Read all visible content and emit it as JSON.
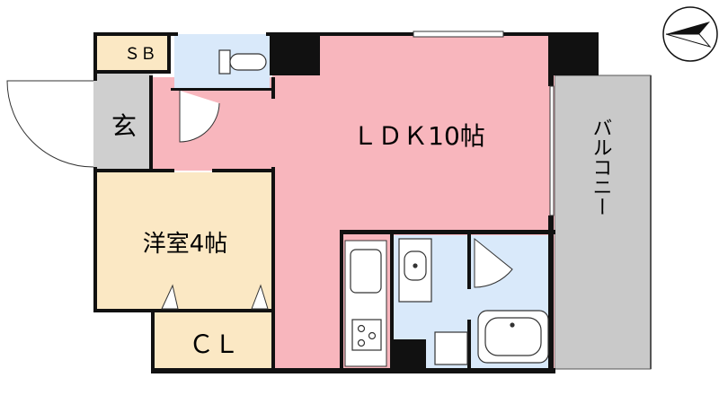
{
  "rooms": {
    "sb": "ＳＢ",
    "genkan": "玄",
    "ldk": "ＬＤＫ10帖",
    "youshitsu": "洋室4帖",
    "cl": "ＣＬ",
    "balcony": "バルコニー"
  },
  "compass": {
    "icon": "north-arrow-icon"
  },
  "colors": {
    "ldk": "#f8b6bd",
    "youshitsu": "#fbe8c4",
    "wet_area": "#d9e9fa",
    "genkan": "#cfcfcf",
    "balcony": "#c9c9c9",
    "wall": "#111111"
  }
}
